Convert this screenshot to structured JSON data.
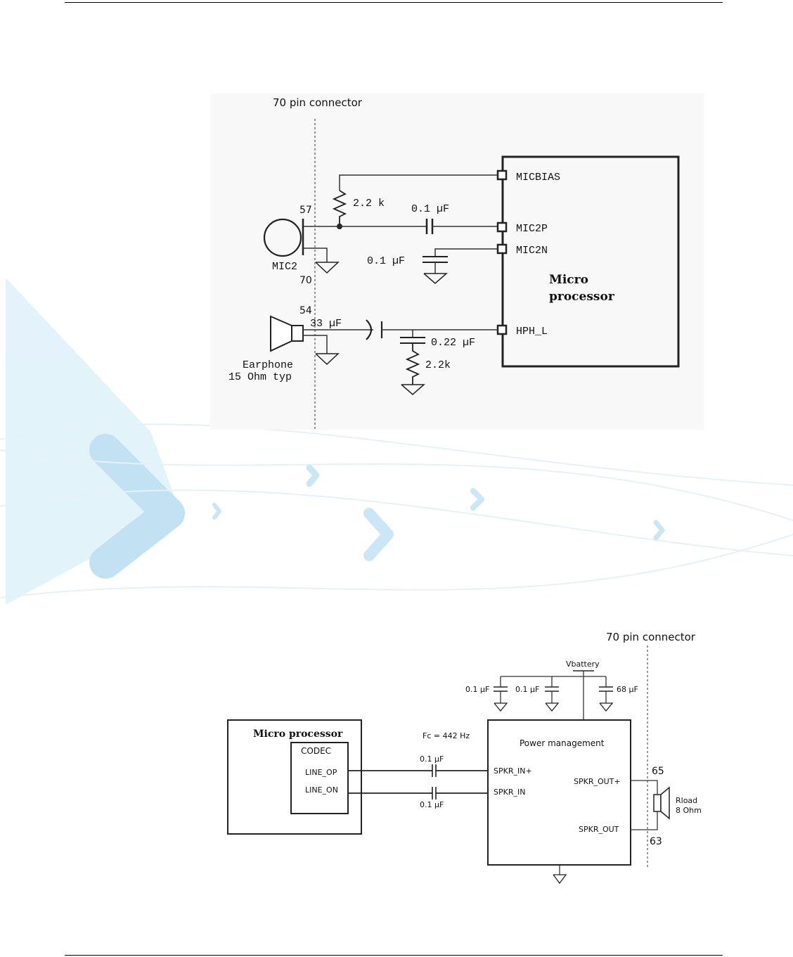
{
  "top_diagram": {
    "connector_label": "70 pin connector",
    "mic": {
      "name": "MIC2",
      "pin_top": "57",
      "pin_bottom": "70"
    },
    "resistor_bias": "2.2 k",
    "cap_mic2p": "0.1 µF",
    "cap_mic2n": "0.1 µF",
    "processor": {
      "line1": "Micro",
      "line2": "processor",
      "pins": [
        "MICBIAS",
        "MIC2P",
        "MIC2N",
        "HPH_L"
      ]
    },
    "earphone": {
      "pin": "54",
      "cap_series": "33 µF",
      "cap_shunt": "0.22 µF",
      "resistor": "2.2k",
      "line1": "Earphone",
      "line2": "15 Ohm typ"
    }
  },
  "bottom_diagram": {
    "connector_label": "70 pin connector",
    "vbattery": "Vbattery",
    "decoupling_caps": [
      "0.1 µF",
      "0.1 µF",
      "68 µF"
    ],
    "micro_processor": "Micro processor",
    "codec": {
      "title": "CODEC",
      "pins": [
        "LINE_OP",
        "LINE_ON"
      ]
    },
    "fc": "Fc = 442 Hz",
    "coupling_caps": [
      "0.1 µF",
      "0.1 µF"
    ],
    "power_management": {
      "title": "Power management",
      "inputs": [
        "SPKR_IN+",
        "SPKR_IN"
      ],
      "outputs": [
        "SPKR_OUT+",
        "SPKR_OUT"
      ]
    },
    "pins": [
      "65",
      "63"
    ],
    "load": {
      "line1": "Rload",
      "line2": "8 Ohm"
    }
  }
}
